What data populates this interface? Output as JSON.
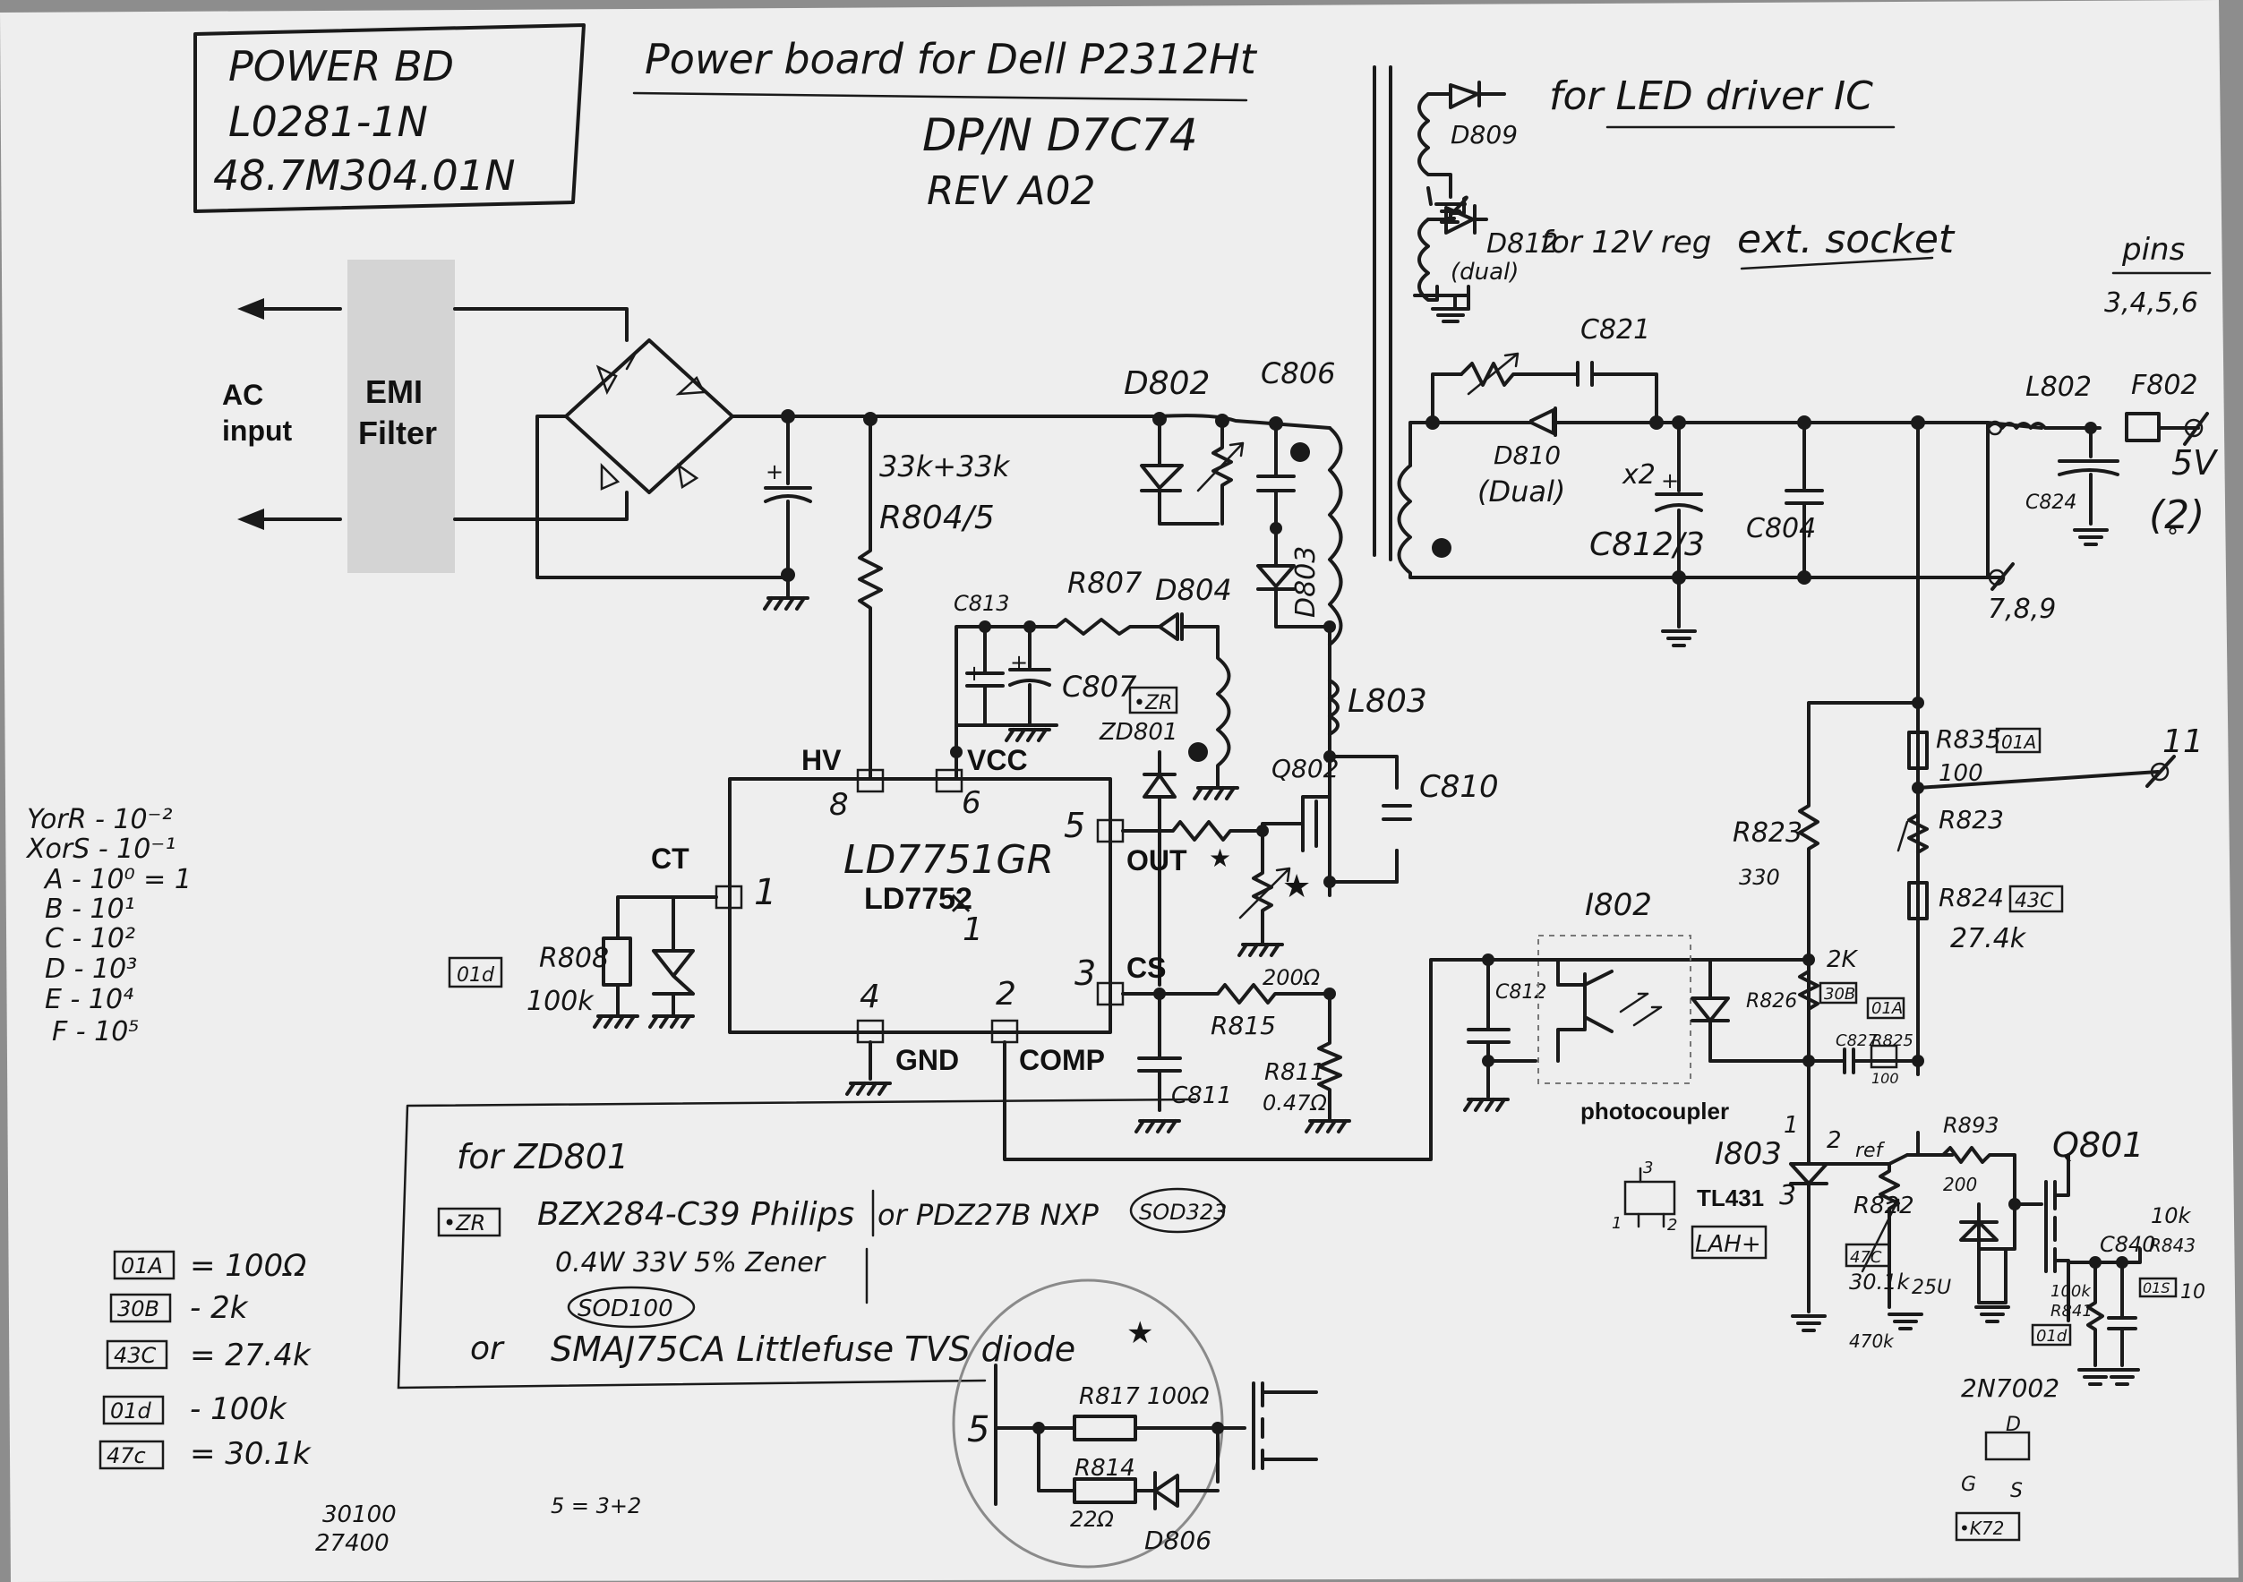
{
  "title_box": {
    "line1": "POWER BD",
    "line2": "L0281-1N",
    "line3": "48.7M304.01N"
  },
  "header": {
    "title": "Power board for Dell P2312Ht",
    "dpn": "DP/N D7C74",
    "rev": "REV A02"
  },
  "ac": {
    "input_line1": "AC",
    "input_line2": "input",
    "emi_line1": "EMI",
    "emi_line2": "Filter"
  },
  "ic": {
    "part": "LD7751GR",
    "alt": "LD7752",
    "alt_mark": "×",
    "alt_num": "1",
    "pins": {
      "hv": "HV",
      "hv_num": "8",
      "vcc": "VCC",
      "vcc_num": "6",
      "out": "OUT",
      "out_num": "5",
      "out_mark": "★",
      "cs": "CS",
      "cs_num": "3",
      "ct": "CT",
      "ct_num": "1",
      "gnd": "GND",
      "gnd_num": "4",
      "comp": "COMP",
      "comp_num": "2"
    }
  },
  "components": {
    "r804_val": "33k+33k",
    "r804": "R804/5",
    "d802": "D802",
    "c806": "C806",
    "d803": "D803",
    "c813": "C813",
    "r807": "R807",
    "d804": "D804",
    "c807": "C807",
    "zr_code": "•ZR",
    "zd801": "ZD801",
    "l803": "L803",
    "q802": "Q802",
    "c810": "C810",
    "r808": "R808",
    "r808_val": "100k",
    "r808_code": "01d",
    "r815": "R815",
    "r815_val": "200Ω",
    "r811": "R811",
    "r811_val": "0.47Ω",
    "c811": "C811",
    "star": "★",
    "d809": "D809",
    "d809_note": "for LED driver IC",
    "d812": "D812",
    "d812_dual": "(dual)",
    "d812_note_a": "for 12V reg",
    "d812_note_b": "ext. socket",
    "c821": "C821",
    "d810": "D810",
    "d810_dual": "(Dual)",
    "x2": "x2",
    "c812": "C812/3",
    "c804": "C804",
    "l802": "L802",
    "f802": "F802",
    "c824": "C824",
    "v5": "5V",
    "v5_pin": "(2)",
    "v5_pin_sub": "°",
    "pins_label": "pins",
    "pins_nums": "3,4,5,6",
    "gnd_pins": "7,8,9",
    "r835": "R835",
    "r835_code": "01A",
    "r835_val": "100",
    "pin11": "11",
    "r823a": "R823",
    "r823a_val": "330",
    "r823b": "R823",
    "r824": "R824",
    "r824_code": "43C",
    "r824_val": "27.4k",
    "i802": "I802",
    "c812b": "C812",
    "photocoupler": "photocoupler",
    "r826": "R826",
    "r826_val": "2K",
    "r826_code": "30B",
    "c827": "C827",
    "r825": "R825",
    "r825_code": "01A",
    "r825_val": "100",
    "i803": "I803",
    "tl431": "TL431",
    "lah": "LAH+",
    "tl_pin1": "1",
    "tl_pin2": "2",
    "tl_pin3": "3",
    "tl_ref": "ref",
    "sot_pin3": "3",
    "sot_pin1": "1",
    "sot_pin2": "2",
    "r822": "R822",
    "r822_code": "47C",
    "r822_val": "30.1k",
    "r822_v": "25U",
    "r822_alt": "470k",
    "r893": "R893",
    "r893_val": "200",
    "q801": "Q801",
    "c840": "C840",
    "r843": "R843",
    "r843_val": "10k",
    "r841": "R841",
    "r841_val": "100k",
    "r841_code": "01d",
    "code_10": "10",
    "code_01s": "01S",
    "q_part": "2N7002",
    "q_d": "D",
    "q_g": "G",
    "q_s": "S",
    "q_code": "•K72"
  },
  "legend": {
    "title_a": "YorR - 10⁻²",
    "title_b": "XorS - 10⁻¹",
    "rows": [
      "A - 10⁰ = 1",
      "B - 10¹",
      "C - 10²",
      "D - 10³",
      "E - 10⁴",
      "F - 10⁵"
    ]
  },
  "codes": [
    {
      "code": "01A",
      "value": "= 100Ω"
    },
    {
      "code": "30B",
      "value": "- 2k"
    },
    {
      "code": "43C",
      "value": "= 27.4k"
    },
    {
      "code": "01d",
      "value": "- 100k"
    },
    {
      "code": "47c",
      "value": "= 30.1k"
    }
  ],
  "note": {
    "title": "for ZD801",
    "code": "•ZR",
    "line1": "BZX284-C39 Philips",
    "line1b": "or PDZ27B NXP",
    "pkg1": "SOD323",
    "line2": "0.4W 33V 5% Zener",
    "pkg2": "SOD100",
    "or": "or",
    "line3": "SMAJ75CA Littlefuse TVS diode"
  },
  "inset": {
    "star": "★",
    "pin": "5",
    "r817": "R817 100Ω",
    "r814": "R814",
    "r814_val": "22Ω",
    "d806": "D806"
  },
  "scribbles": {
    "a": "30100",
    "b": "27400",
    "c": "5 = 3+2"
  },
  "colors": {
    "paper": "#ededed",
    "ink": "#1a1a1a",
    "background": "#8d8d8d"
  }
}
